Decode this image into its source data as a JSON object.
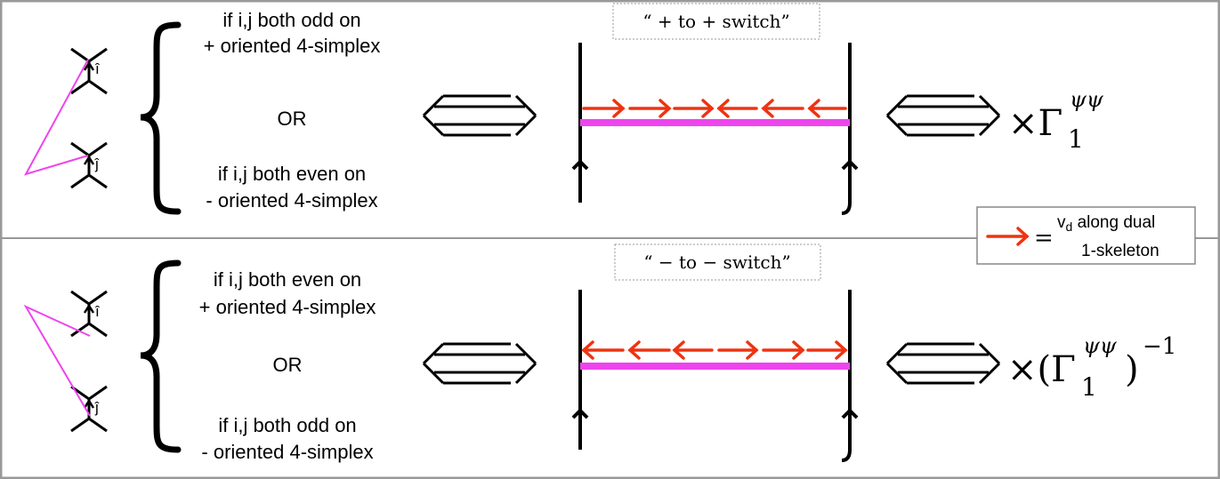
{
  "top": {
    "caption": "“ + to + switch”",
    "line1": "if i,j both odd on",
    "line2": "+ oriented 4-simplex",
    "or": "OR",
    "line3": "if i,j both even on",
    "line4": "- oriented 4-simplex",
    "result": "×Γ",
    "result_sup": "ψψ",
    "result_sub": "1"
  },
  "bottom": {
    "caption": "“ − to − switch”",
    "line1": "if i,j both even on",
    "line2": "+ oriented 4-simplex",
    "or": "OR",
    "line3": "if i,j both odd on",
    "line4": "- oriented 4-simplex",
    "result_prefix": "×(Γ",
    "result_sup": "ψψ",
    "result_sub": "1",
    "result_suffix": ")",
    "result_exp": "−1"
  },
  "labels": {
    "i_hat": "î",
    "j_hat": "ĵ"
  },
  "legend": {
    "equals": "=",
    "line1": "v",
    "line1_sub": "d",
    "line1_rest": " along dual",
    "line2": "1-skeleton"
  },
  "colors": {
    "arrow": "#ee3311",
    "magenta": "#ee44ee",
    "frame": "#999999"
  }
}
